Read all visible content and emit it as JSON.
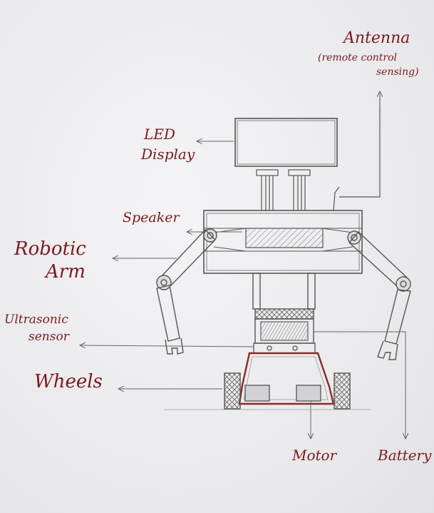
{
  "labels": {
    "antenna_title": "Antenna",
    "antenna_line1": "(remote control",
    "antenna_line2": "sensing)",
    "led_line1": "LED",
    "led_line2": "Display",
    "speaker": "Speaker",
    "arm_line1": "Robotic",
    "arm_line2": "Arm",
    "ultra_line1": "Ultrasonic",
    "ultra_line2": "sensor",
    "wheels": "Wheels",
    "motor": "Motor",
    "battery": "Battery"
  },
  "colors": {
    "ink": "#7a1a1f",
    "pencil": "#555558",
    "chassis": "#8a2a2a",
    "paper": "#ecebed"
  }
}
